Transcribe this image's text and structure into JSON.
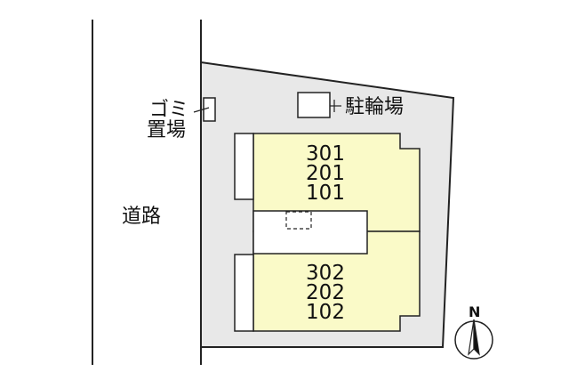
{
  "road": {
    "label": "道路"
  },
  "garbage": {
    "line1": "ゴミ",
    "line2": "置場"
  },
  "bicycle_parking": {
    "label": "駐輪場"
  },
  "building_north": {
    "units": [
      "301",
      "201",
      "101"
    ]
  },
  "building_south": {
    "units": [
      "302",
      "202",
      "102"
    ]
  },
  "compass": {
    "label": "N"
  },
  "colors": {
    "lot": "#e8e8e8",
    "building": "#fafac8",
    "line": "#222222",
    "background": "#ffffff"
  }
}
